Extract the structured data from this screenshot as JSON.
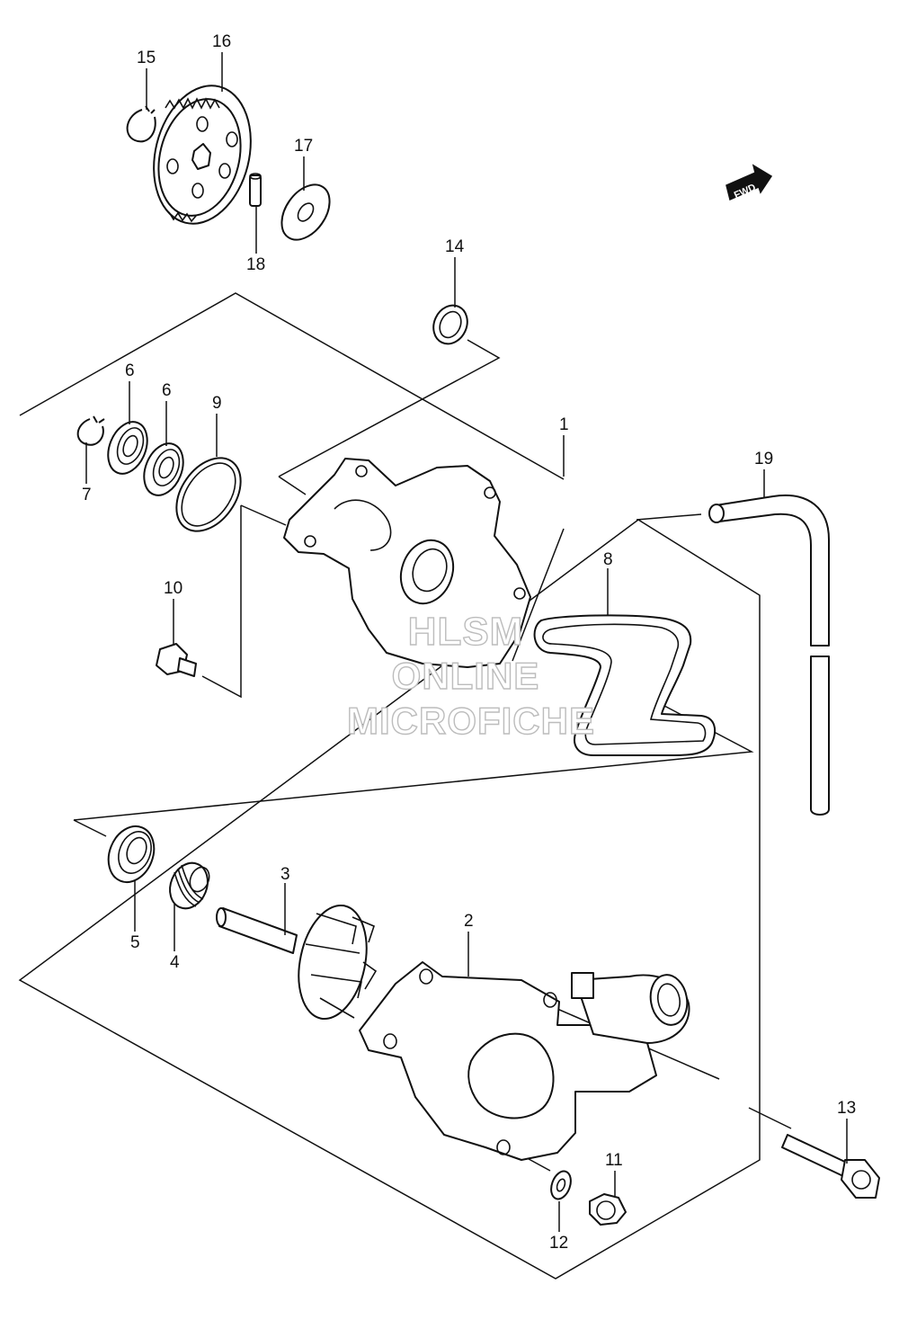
{
  "watermark": {
    "line1": "HLSM",
    "line2": "ONLINE",
    "line3": "MICROFICHE"
  },
  "fwd_label": "FWD",
  "labels": {
    "p1": "1",
    "p2": "2",
    "p3": "3",
    "p4": "4",
    "p5": "5",
    "p6a": "6",
    "p6b": "6",
    "p7": "7",
    "p8": "8",
    "p9": "9",
    "p10": "10",
    "p11": "11",
    "p12": "12",
    "p13": "13",
    "p14": "14",
    "p15": "15",
    "p16": "16",
    "p17": "17",
    "p18": "18",
    "p19": "19"
  }
}
